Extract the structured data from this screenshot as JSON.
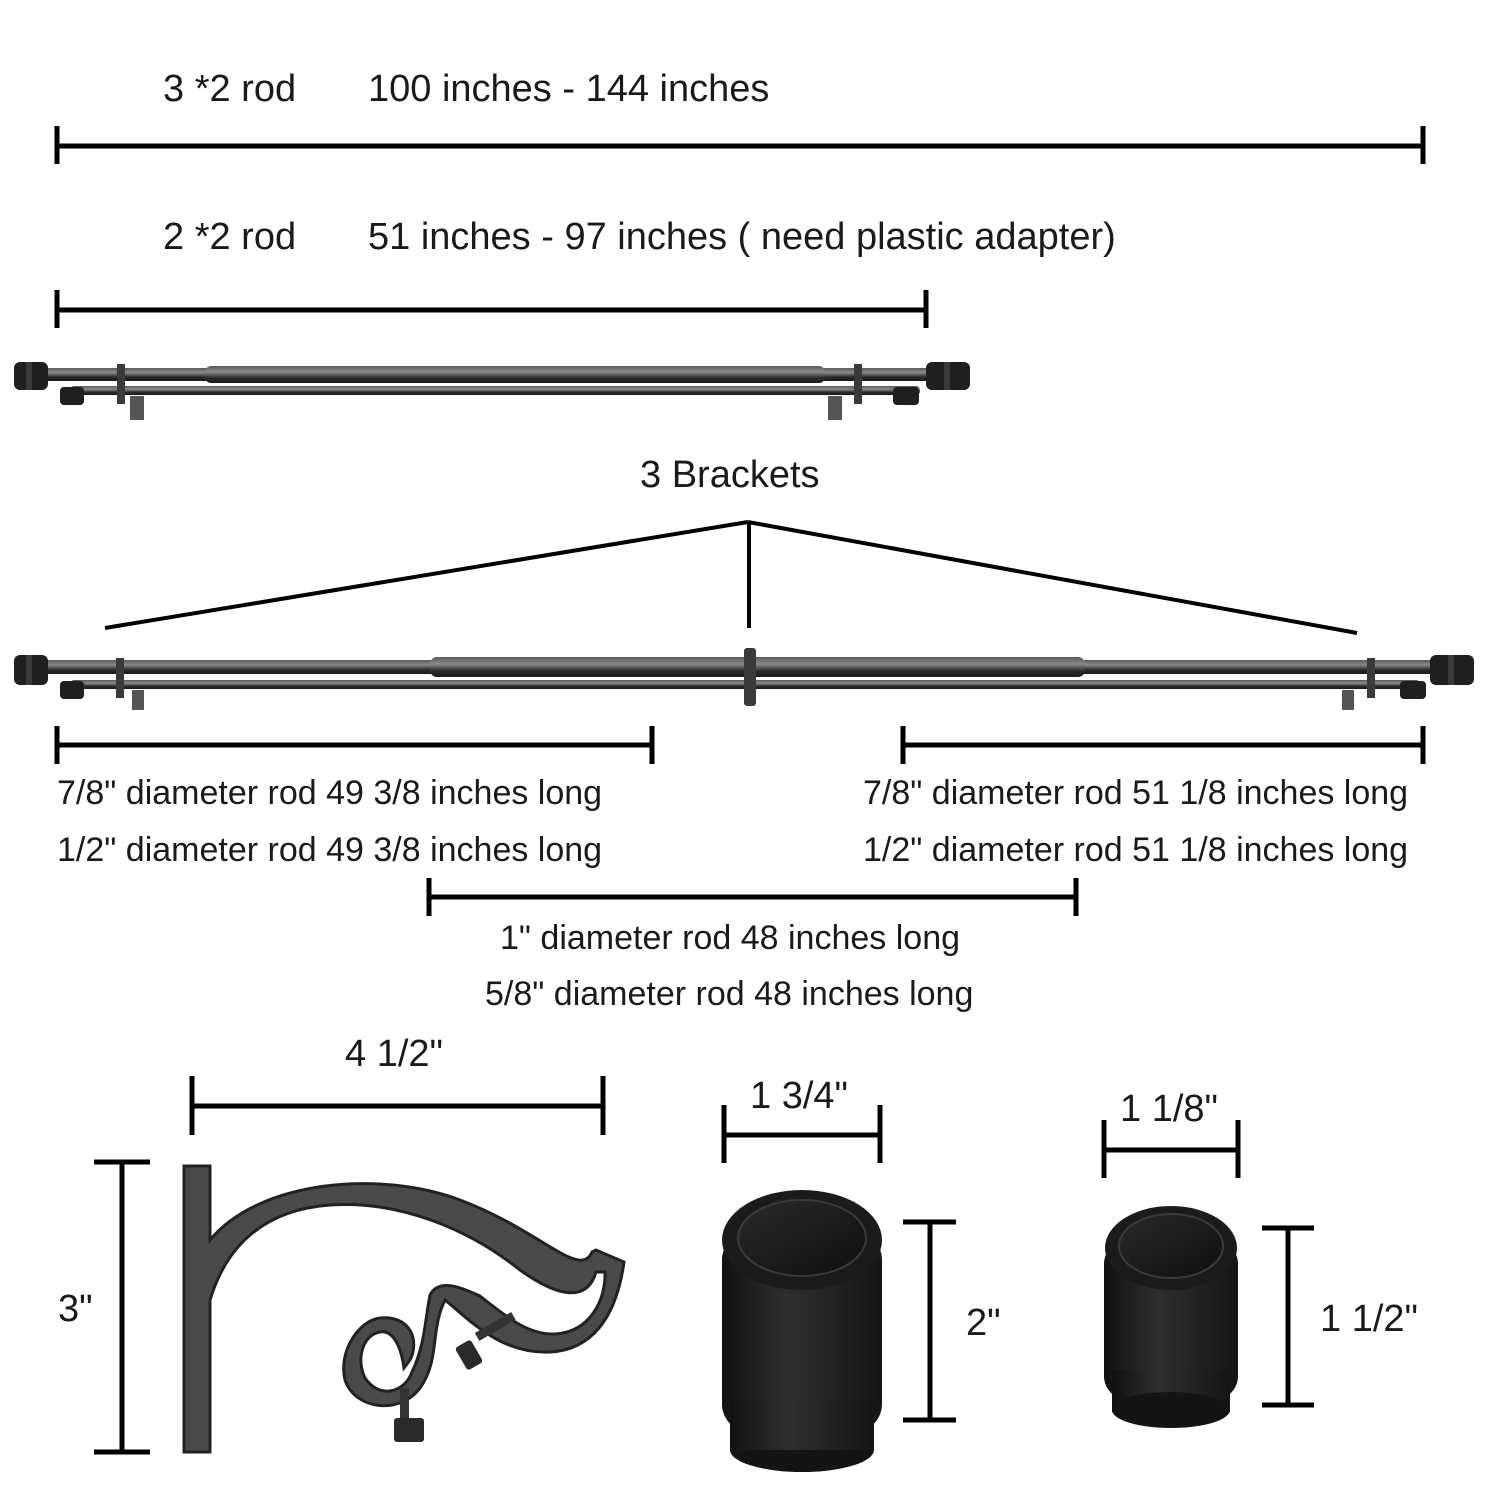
{
  "rod_3x2": {
    "name": "3 *2 rod",
    "range": "100 inches - 144 inches"
  },
  "rod_2x2": {
    "name": "2 *2 rod",
    "range": "51 inches - 97 inches ( need plastic adapter)"
  },
  "brackets_label": "3 Brackets",
  "left_section": {
    "line1": "7/8\" diameter rod 49 3/8 inches long",
    "line2": "1/2\" diameter rod 49 3/8 inches long"
  },
  "right_section": {
    "line1": "7/8\" diameter rod 51 1/8 inches long",
    "line2": "1/2\" diameter rod 51 1/8 inches long"
  },
  "middle_section": {
    "line1": "1\" diameter rod 48 inches long",
    "line2": "5/8\" diameter rod 48 inches long"
  },
  "bracket_dims": {
    "width": "4 1/2\"",
    "height": "3\""
  },
  "large_finial": {
    "width": "1 3/4\"",
    "height": "2\""
  },
  "small_finial": {
    "width": "1 1/8\"",
    "height": "1 1/2\""
  },
  "colors": {
    "rod": "#2b2b2b",
    "rod_highlight": "#6d6d6d",
    "finial": "#1e1e1e",
    "line": "#000000"
  }
}
